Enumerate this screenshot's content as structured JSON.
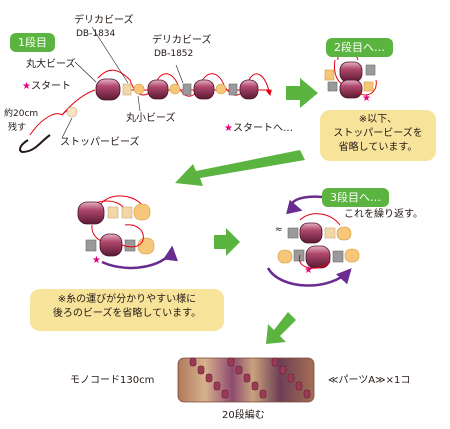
{
  "step1": {
    "title": "1段目",
    "delica1_name": "デリカビーズ",
    "delica1_code": "DB-1834",
    "delica2_name": "デリカビーズ",
    "delica2_code": "DB-1852",
    "big_round": "丸大ビーズ",
    "start": "スタート",
    "tail_length": "約20cm",
    "tail_leave": "残す",
    "small_round": "丸小ビーズ",
    "stopper": "ストッパービーズ",
    "start_next": "スタートへ…"
  },
  "step2": {
    "to_row2": "2段目へ…",
    "note_line1": "※以下、",
    "note_line2": "ストッパービーズを",
    "note_line3": "省略しています。"
  },
  "step3": {
    "to_row3": "3段目へ…",
    "repeat": "これを繰り返す。",
    "note_line1": "※糸の運びが分かりやすい様に",
    "note_line2": "後ろのビーズを省略しています。"
  },
  "final": {
    "mono_cord": "モノコード130cm",
    "parts": "≪パーツA≫×1コ",
    "rows": "20段編む"
  },
  "colors": {
    "green": "#5bb43f",
    "note_bg": "#f7e39a",
    "thread": "#e60012",
    "purple": "#6a2c91",
    "magenta": "#e4007f",
    "bead_gold": "#f6c77a",
    "bead_gray": "#9a9a9a",
    "bead_maroon": "#9b3a55"
  }
}
